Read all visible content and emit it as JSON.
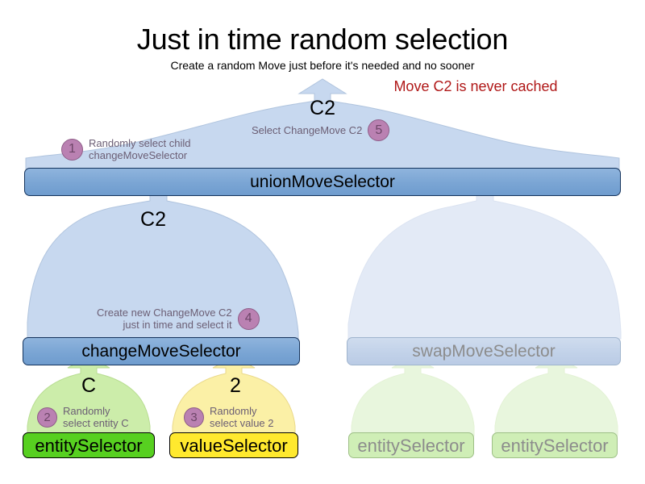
{
  "header": {
    "title": "Just in time random selection",
    "subtitle": "Create a random Move just before it's needed and no sooner",
    "note": "Move C2 is never cached",
    "note_color": "#b01818"
  },
  "colors": {
    "funnel_active": "#c7d8ef",
    "funnel_faded": "#e3eaf6",
    "bar_active": "#7aa5d4",
    "bar_faded": "#c2d2e9",
    "entity_green": "#57d020",
    "value_yellow": "#ffe92e",
    "funnel_green": "#ccedaa",
    "funnel_green_faded": "#e8f6dd",
    "funnel_yellow": "#fbf0a6",
    "badge_purple": "#ba81b2",
    "muted_text": "#8c8c8c",
    "annotation_text": "#6b5e74"
  },
  "nodes": {
    "union": {
      "label": "unionMoveSelector",
      "state": "active"
    },
    "change": {
      "label": "changeMoveSelector",
      "state": "active"
    },
    "swap": {
      "label": "swapMoveSelector",
      "state": "faded"
    },
    "entity": {
      "label": "entitySelector",
      "state": "active"
    },
    "value": {
      "label": "valueSelector",
      "state": "active"
    },
    "swap_entity_a": {
      "label": "entitySelector",
      "state": "faded"
    },
    "swap_entity_b": {
      "label": "entitySelector",
      "state": "faded"
    }
  },
  "flow_labels": {
    "union": "C2",
    "change": "C2",
    "entity": "C",
    "value": "2"
  },
  "steps": [
    {
      "number": "1",
      "text": "Randomly select child\nchangeMoveSelector"
    },
    {
      "number": "2",
      "text": "Randomly\nselect entity C"
    },
    {
      "number": "3",
      "text": "Randomly\nselect value 2"
    },
    {
      "number": "4",
      "text": "Create new ChangeMove C2\njust in time and select it"
    },
    {
      "number": "5",
      "text": "Select ChangeMove C2"
    }
  ]
}
